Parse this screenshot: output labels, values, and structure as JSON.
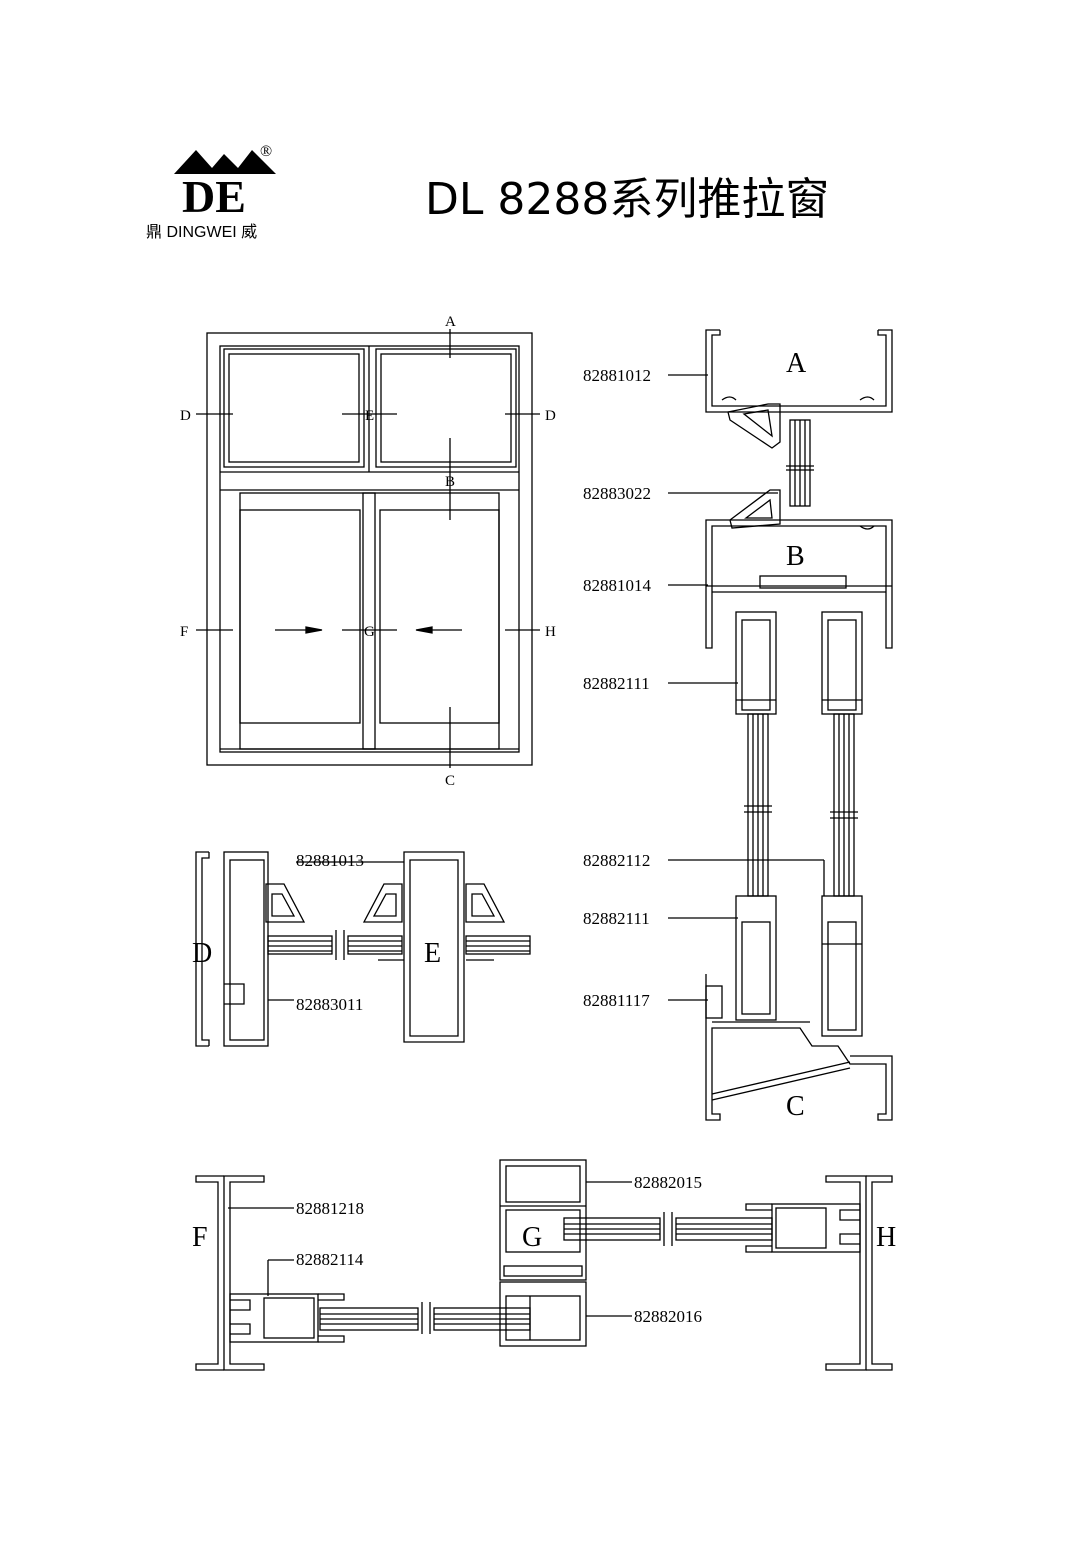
{
  "header": {
    "title": "DL 8288系列推拉窗",
    "brand_left": "鼎",
    "brand_name": "DINGWEI",
    "brand_right": "威",
    "logo_letters": "DE",
    "registered_mark": "®"
  },
  "elevation": {
    "labels": {
      "A": "A",
      "B": "B",
      "C": "C",
      "D_left": "D",
      "D_right": "D",
      "E": "E",
      "F": "F",
      "G": "G",
      "H": "H"
    }
  },
  "sections": {
    "A": "A",
    "B": "B",
    "C": "C",
    "D": "D",
    "E": "E",
    "F": "F",
    "G": "G",
    "H": "H"
  },
  "parts": {
    "p82881012": "82881012",
    "p82883022": "82883022",
    "p82881014": "82881014",
    "p82882111_top": "82882111",
    "p82882112": "82882112",
    "p82882111_bottom": "82882111",
    "p82881117": "82881117",
    "p82881013": "82881013",
    "p82883011": "82883011",
    "p82881218": "82881218",
    "p82882114": "82882114",
    "p82882015": "82882015",
    "p82882016": "82882016"
  }
}
